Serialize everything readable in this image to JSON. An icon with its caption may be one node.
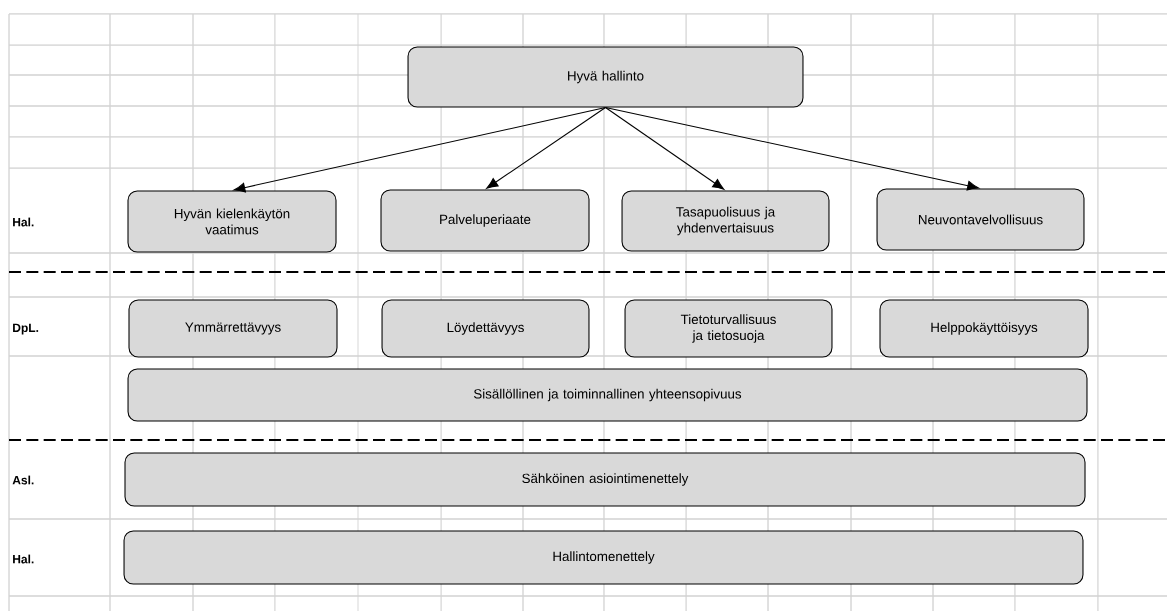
{
  "diagram": {
    "nodes": [
      {
        "text": [
          "Hyvä hallinto"
        ]
      },
      {
        "text": [
          "Hyvän kielenkäytön vaatimus"
        ]
      },
      {
        "text": [
          "Palveluperiaate"
        ]
      },
      {
        "text": [
          "Tasapuolisuus ja yhdenvertaisuus"
        ]
      },
      {
        "text": [
          "Neuvontavelvollisuus"
        ]
      },
      {
        "text": [
          "Ymmärrettävyys"
        ]
      },
      {
        "text": [
          "Löydettävyys"
        ]
      },
      {
        "text": [
          "Tietoturvallisuus ja tietosuoja"
        ]
      },
      {
        "text": [
          "Helppokäyttöisyys"
        ]
      },
      {
        "text": [
          "Sisällöllinen ja toiminnallinen yhteensopivuus"
        ]
      },
      {
        "text": [
          "Sähköinen asiointimenettely"
        ]
      },
      {
        "text": [
          "Hallintomenettely"
        ]
      }
    ],
    "edges": [
      {
        "from": 0,
        "to": 1,
        "arrow": "to"
      },
      {
        "from": 0,
        "to": 2,
        "arrow": "to"
      },
      {
        "from": 0,
        "to": 3,
        "arrow": "to"
      },
      {
        "from": 0,
        "to": 4,
        "arrow": "to"
      }
    ],
    "labels": [
      "Hal.",
      "DpL.",
      "Asl.",
      "Hal."
    ]
  }
}
